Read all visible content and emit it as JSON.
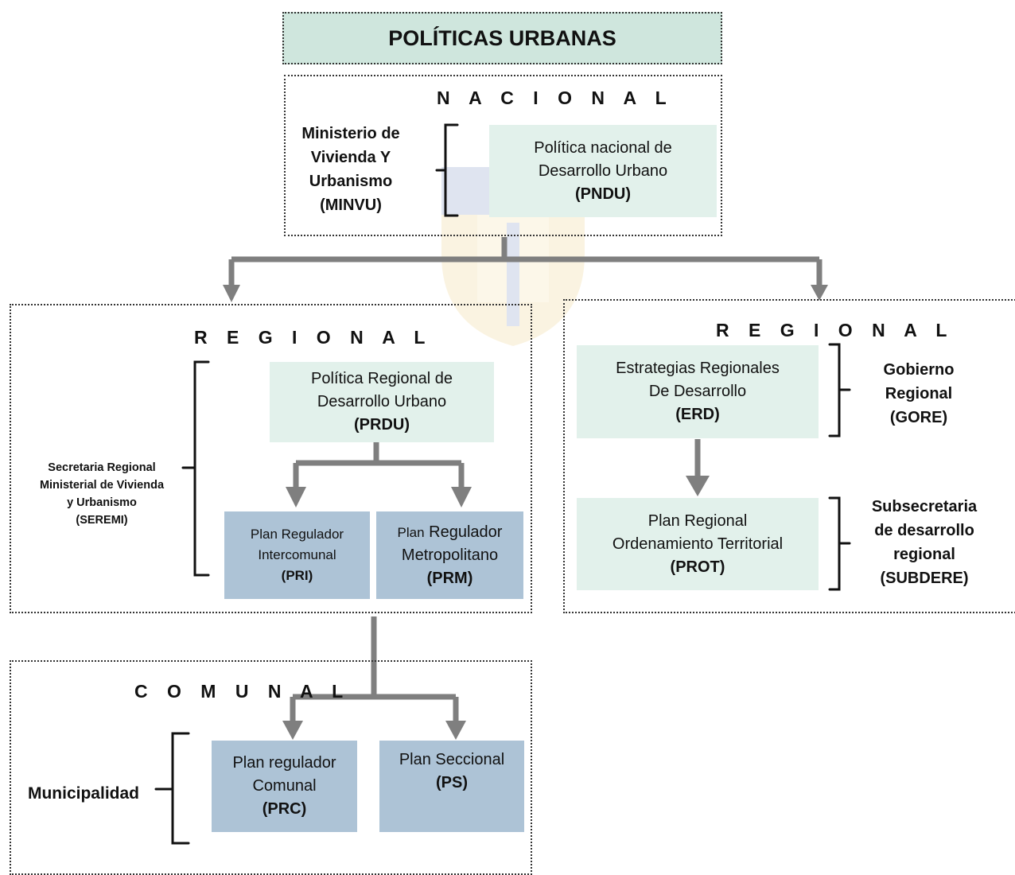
{
  "title": "POLÍTICAS URBANAS",
  "nacional": {
    "label": "N A C I O N A L",
    "agency_lines": [
      "Ministerio de",
      "Vivienda Y",
      "Urbanismo",
      "(MINVU)"
    ],
    "policy": {
      "line1": "Política nacional de",
      "line2": "Desarrollo Urbano",
      "code": "(PNDU)"
    }
  },
  "regional_left": {
    "label": "R E G I O N A L",
    "agency_lines": [
      "Secretaria Regional",
      "Ministerial de Vivienda",
      "y Urbanismo",
      "(SEREMI)"
    ],
    "policy": {
      "line1": "Política Regional de",
      "line2": "Desarrollo Urbano",
      "code": "(PRDU)"
    },
    "pri": {
      "line1": "Plan Regulador",
      "line2": "Intercomunal",
      "code": "(PRI)"
    },
    "prm": {
      "line1a": "Plan",
      "line1b": "Regulador",
      "line2": "Metropolitano",
      "code": "(PRM)"
    }
  },
  "regional_right": {
    "label": "R E G I O N A L",
    "erd": {
      "line1": "Estrategias Regionales",
      "line2": "De Desarrollo",
      "code": "(ERD)"
    },
    "gore_lines": [
      "Gobierno",
      "Regional",
      "(GORE)"
    ],
    "prot": {
      "line1": "Plan Regional",
      "line2": "Ordenamiento Territorial",
      "code": "(PROT)"
    },
    "subdere_lines": [
      "Subsecretaria",
      "de desarrollo",
      "regional",
      "(SUBDERE)"
    ]
  },
  "comunal": {
    "label": "C O M U N A L",
    "agency": "Municipalidad",
    "prc": {
      "line1": "Plan regulador",
      "line2": "Comunal",
      "code": "(PRC)"
    },
    "ps": {
      "line1": "Plan Seccional",
      "code": "(PS)"
    }
  },
  "colors": {
    "title_fill": "#cfe6dd",
    "mint_box": "#e2f1eb",
    "blue_box": "#adc3d6",
    "arrow": "#7f7f7f"
  }
}
